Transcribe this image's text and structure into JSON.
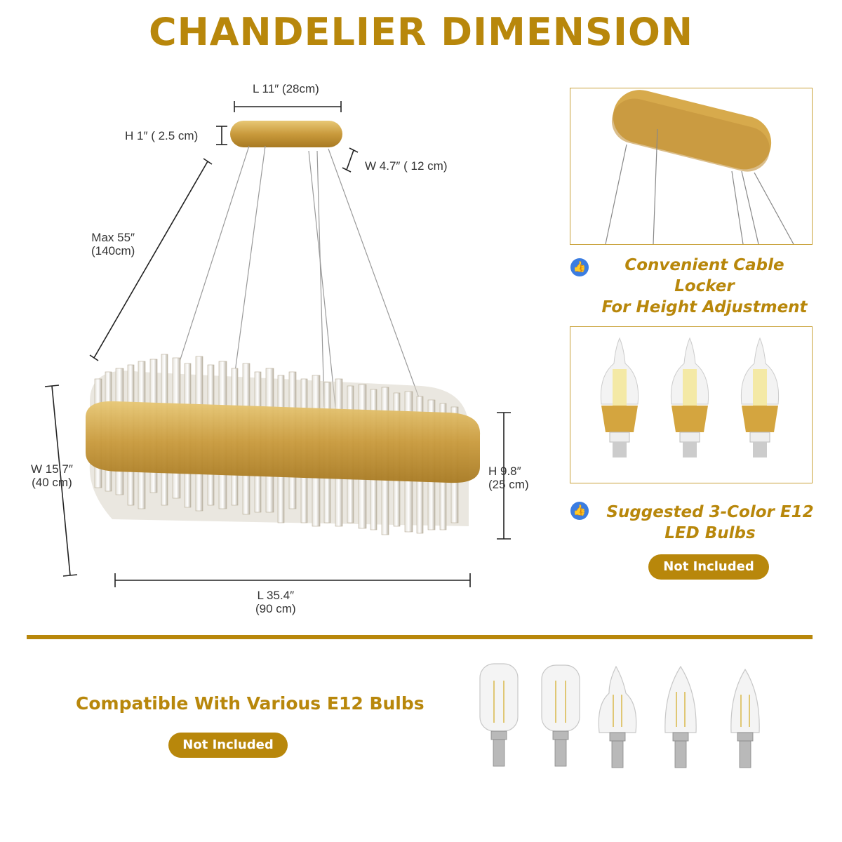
{
  "title": "CHANDELIER DIMENSION",
  "dimensions": {
    "canopy_length": "L 11″  (28cm)",
    "canopy_height": "H 1″  ( 2.5 cm)",
    "canopy_width": "W 4.7″  ( 12 cm)",
    "max_line_1": "Max 55″",
    "max_line_2": "(140cm)",
    "width_line_1": "W 15.7″",
    "width_line_2": "(40 cm)",
    "height_line_1": "H  9.8″",
    "height_line_2": "(25 cm)",
    "length_line_1": "L 35.4″",
    "length_line_2": "(90 cm)"
  },
  "features": {
    "cable_line_1": "Convenient Cable Locker",
    "cable_line_2": "For Height Adjustment",
    "bulb_line_1": "Suggested 3-Color E12",
    "bulb_line_2": "LED Bulbs",
    "bulb_note": "Not Included"
  },
  "compatible": {
    "text": "Compatible With Various E12 Bulbs",
    "note": "Not Included"
  },
  "icons": {
    "feature_icon": "thumbs-up-icon"
  },
  "colors": {
    "accent": "#b8870b",
    "thumb": "#3b7de1"
  }
}
